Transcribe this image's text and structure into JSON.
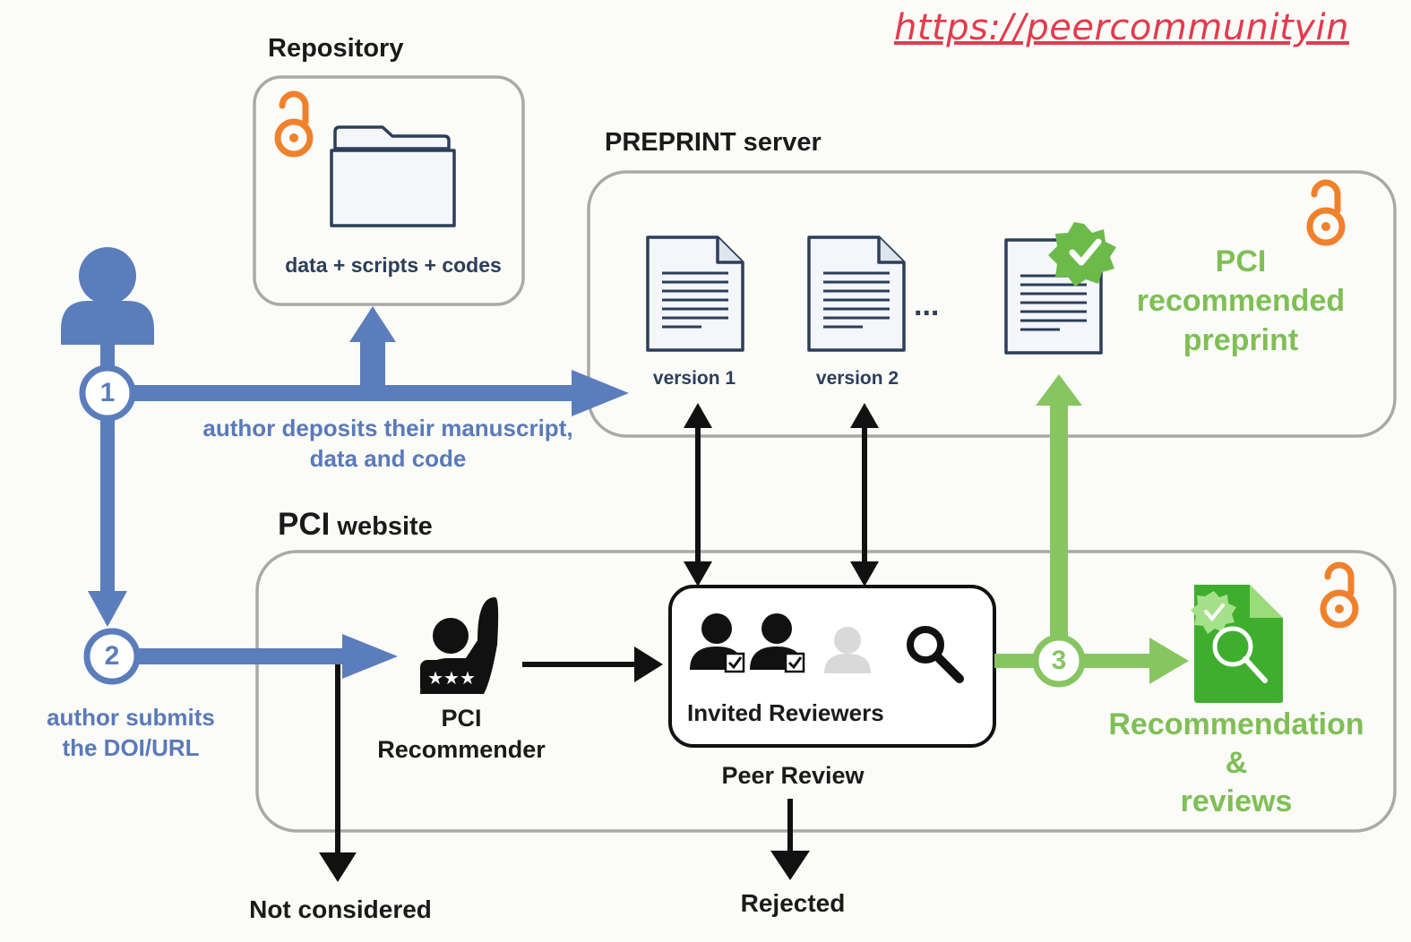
{
  "link": {
    "url": "https://peercommunityin"
  },
  "repository": {
    "title": "Repository",
    "caption": "data + scripts + codes"
  },
  "preprint_server": {
    "title": "PREPRINT server",
    "version1": "version 1",
    "version2": "version 2",
    "ellipsis": "...",
    "recommended_line1": "PCI",
    "recommended_line2": "recommended",
    "recommended_line3": "preprint"
  },
  "steps": {
    "step1": "1",
    "step2": "2",
    "step3": "3",
    "deposit_line1": "author deposits their manuscript,",
    "deposit_line2": "data and code",
    "submit_line1": "author submits",
    "submit_line2": "the DOI/URL"
  },
  "pci_website": {
    "title_bold": "PCI",
    "title_rest": " website",
    "recommender_line1": "PCI",
    "recommender_line2": "Recommender",
    "invited_reviewers": "Invited Reviewers",
    "peer_review": "Peer Review",
    "result_line1": "Recommendation",
    "result_line2": "&",
    "result_line3": "reviews"
  },
  "outcomes": {
    "not_considered": "Not considered",
    "rejected": "Rejected"
  },
  "colors": {
    "blue": "#5b7dbb",
    "text_blue": "#5a7ab8",
    "green": "#87c561",
    "text_green": "#7fbf55",
    "orange": "#f0812c",
    "link_red": "#e33b4e",
    "box_border": "#a9a9a9",
    "dark": "#1c1c1c"
  }
}
